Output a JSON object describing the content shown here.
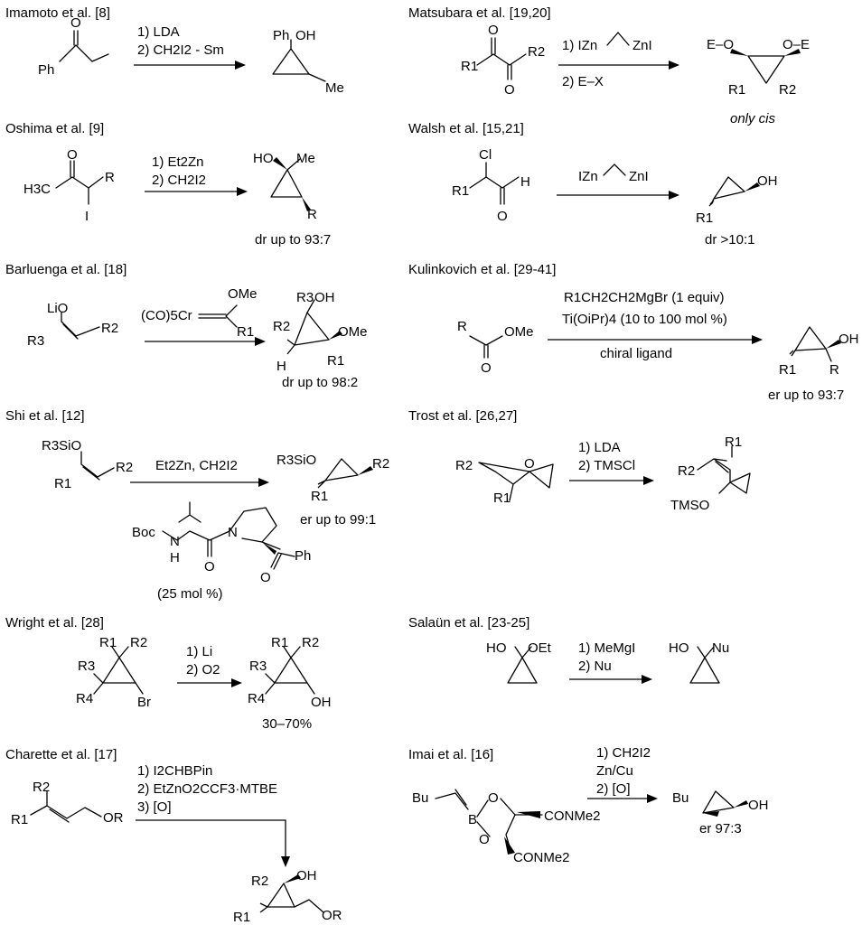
{
  "panels": {
    "imamoto": {
      "heading": "Imamoto et al. [8]",
      "conditions": [
        "1) LDA",
        "2) CH2I2 - Sm"
      ],
      "labels": {
        "start_o": "O",
        "start_ph": "Ph",
        "prod_ph": "Ph",
        "prod_oh": "OH",
        "prod_me": "Me"
      }
    },
    "matsubara": {
      "heading": "Matsubara et al. [19,20]",
      "conditions": [
        "1) IZn",
        "ZnI",
        "2) E–X"
      ],
      "labels": {
        "o1": "O",
        "o2": "O",
        "r1": "R1",
        "r2": "R2",
        "eo_left": "E–O",
        "oe_right": "O–E",
        "pr1": "R1",
        "pr2": "R2"
      },
      "note": "only cis"
    },
    "oshima": {
      "heading": "Oshima et al. [9]",
      "conditions": [
        "1) Et2Zn",
        "2) CH2I2"
      ],
      "labels": {
        "o": "O",
        "h3c": "H3C",
        "r": "R",
        "i": "I",
        "ho": "HO",
        "me": "Me",
        "pr": "R"
      },
      "note": "dr up to 93:7"
    },
    "walsh": {
      "heading": "Walsh et al. [15,21]",
      "conditions": [
        "IZn",
        "ZnI"
      ],
      "labels": {
        "cl": "Cl",
        "r1": "R1",
        "h": "H",
        "o": "O",
        "oh": "OH",
        "pr1": "R1"
      },
      "note": "dr >10:1"
    },
    "barluenga": {
      "heading": "Barluenga et al. [18]",
      "conditions": [
        "(CO)5Cr",
        "OMe",
        "R1"
      ],
      "labels": {
        "lio": "LiO",
        "r3": "R3",
        "r2": "R2",
        "pr3": "R3",
        "poh": "OH",
        "pr2": "R2",
        "pome": "OMe",
        "ph": "H",
        "pr1": "R1"
      },
      "note": "dr up to 98:2"
    },
    "kulinkovich": {
      "heading": "Kulinkovich et al. [29-41]",
      "conditions": [
        "R1CH2CH2MgBr (1 equiv)",
        "Ti(OiPr)4 (10 to 100 mol %)",
        "chiral ligand"
      ],
      "labels": {
        "r": "R",
        "ome": "OMe",
        "o": "O",
        "oh": "OH",
        "pr1": "R1",
        "pr": "R"
      },
      "note": "er up to 93:7"
    },
    "shi": {
      "heading": "Shi et al. [12]",
      "conditions": [
        "Et2Zn, CH2I2"
      ],
      "catalyst_labels": {
        "boc": "Boc",
        "nh_n": "N",
        "nh_h": "H",
        "o": "O",
        "n": "N",
        "o2": "O",
        "ph": "Ph"
      },
      "catalyst_loading": "(25 mol %)",
      "labels": {
        "r3sio": "R3SiO",
        "r1": "R1",
        "r2": "R2",
        "pr3sio": "R3SiO",
        "pr2": "R2",
        "pr1": "R1"
      },
      "note": "er up to 99:1"
    },
    "trost": {
      "heading": "Trost et al. [26,27]",
      "conditions": [
        "1) LDA",
        "2) TMSCl"
      ],
      "labels": {
        "r2": "R2",
        "o": "O",
        "r1": "R1",
        "pr1": "R1",
        "pr2": "R2",
        "tmso": "TMSO"
      }
    },
    "wright": {
      "heading": "Wright et al. [28]",
      "conditions": [
        "1) Li",
        "2) O2"
      ],
      "labels": {
        "r1": "R1",
        "r2": "R2",
        "r3": "R3",
        "r4": "R4",
        "br": "Br",
        "pr1": "R1",
        "pr2": "R2",
        "pr3": "R3",
        "pr4": "R4",
        "oh": "OH"
      },
      "note": "30–70%"
    },
    "salaun": {
      "heading": "Salaün et al. [23-25]",
      "conditions": [
        "1) MeMgI",
        "2) Nu"
      ],
      "labels": {
        "ho": "HO",
        "oet": "OEt",
        "pho": "HO",
        "nu": "Nu"
      }
    },
    "charette": {
      "heading": "Charette et al. [17]",
      "conditions": [
        "1) I2CHBPin",
        "2) EtZnO2CCF3·MTBE",
        "3) [O]"
      ],
      "labels": {
        "r2": "R2",
        "r1": "R1",
        "or": "OR",
        "pr2": "R2",
        "poh": "OH",
        "pr1": "R1",
        "por": "OR"
      }
    },
    "imai": {
      "heading": "Imai et al. [16]",
      "conditions": [
        "1) CH2I2",
        "Zn/Cu",
        "2) [O]"
      ],
      "labels": {
        "bu": "Bu",
        "b": "B",
        "o1": "O",
        "o2": "O",
        "conme2_1": "CONMe2",
        "conme2_2": "CONMe2",
        "pbu": "Bu",
        "poh": "OH"
      },
      "note": "er 97:3"
    }
  }
}
